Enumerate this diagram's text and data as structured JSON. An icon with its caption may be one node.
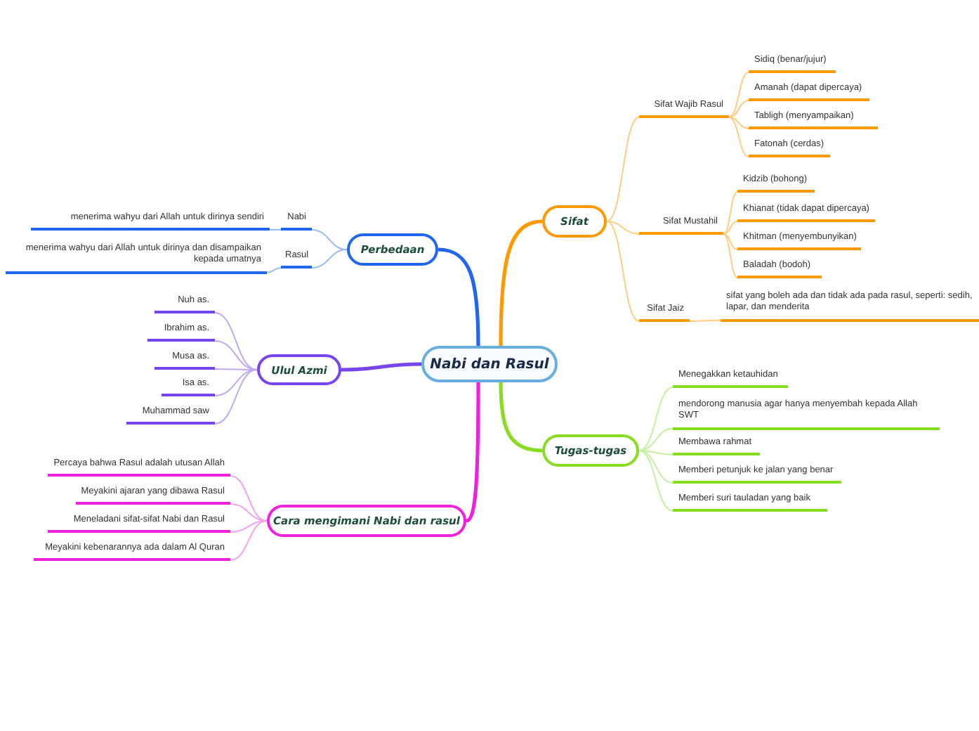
{
  "diagram": {
    "nodes": [
      {
        "text": [
          "Nabi dan Rasul"
        ]
      },
      {
        "text": [
          "Sifat"
        ]
      },
      {
        "text": [
          "Sifat Wajib Rasul"
        ]
      },
      {
        "text": [
          "Sidiq (benar/jujur)"
        ]
      },
      {
        "text": [
          "Amanah (dapat dipercaya)"
        ]
      },
      {
        "text": [
          "Tabligh (menyampaikan)"
        ]
      },
      {
        "text": [
          "Fatonah (cerdas)"
        ]
      },
      {
        "text": [
          "Sifat Mustahil"
        ]
      },
      {
        "text": [
          "Kidzib (bohong)"
        ]
      },
      {
        "text": [
          "Khianat (tidak dapat dipercaya)"
        ]
      },
      {
        "text": [
          "Khitman (menyembunyikan)"
        ]
      },
      {
        "text": [
          "Baladah (bodoh)"
        ]
      },
      {
        "text": [
          "Sifat Jaiz"
        ]
      },
      {
        "text": [
          "sifat yang boleh ada dan tidak ada pada rasul, seperti: sedih, lapar, dan menderita"
        ]
      },
      {
        "text": [
          "Tugas-tugas"
        ]
      },
      {
        "text": [
          "Menegakkan ketauhidan"
        ]
      },
      {
        "text": [
          "mendorong manusia agar hanya menyembah kepada Allah SWT"
        ]
      },
      {
        "text": [
          "Membawa rahmat"
        ]
      },
      {
        "text": [
          "Memberi petunjuk ke jalan yang benar"
        ]
      },
      {
        "text": [
          "Memberi suri tauladan yang baik"
        ]
      },
      {
        "text": [
          "Perbedaan"
        ]
      },
      {
        "text": [
          "Nabi"
        ]
      },
      {
        "text": [
          "menerima wahyu dari Allah untuk dirinya sendiri"
        ]
      },
      {
        "text": [
          "Rasul"
        ]
      },
      {
        "text": [
          "menerima wahyu dari Allah untuk dirinya dan disampaikan kepada umatnya"
        ]
      },
      {
        "text": [
          "Ulul Azmi"
        ]
      },
      {
        "text": [
          "Nuh as."
        ]
      },
      {
        "text": [
          "Ibrahim as."
        ]
      },
      {
        "text": [
          "Musa as."
        ]
      },
      {
        "text": [
          "Isa as."
        ]
      },
      {
        "text": [
          "Muhammad saw"
        ]
      },
      {
        "text": [
          "Cara mengimani Nabi dan rasul"
        ]
      },
      {
        "text": [
          "Percaya bahwa Rasul adalah utusan Allah"
        ]
      },
      {
        "text": [
          "Meyakini ajaran yang dibawa Rasul"
        ]
      },
      {
        "text": [
          "Meneladani sifat-sifat Nabi dan Rasul"
        ]
      },
      {
        "text": [
          "Meyakini kebenarannya ada dalam Al Quran"
        ]
      }
    ],
    "edges": [
      {
        "from": 0,
        "to": 1,
        "arrow": "none",
        "style": "thick",
        "color": "#ff9900"
      },
      {
        "from": 1,
        "to": 2,
        "arrow": "none",
        "color": "#ffcc80"
      },
      {
        "from": 2,
        "to": 3,
        "arrow": "none",
        "color": "#ffcc80"
      },
      {
        "from": 2,
        "to": 4,
        "arrow": "none",
        "color": "#ffcc80"
      },
      {
        "from": 2,
        "to": 5,
        "arrow": "none",
        "color": "#ffcc80"
      },
      {
        "from": 2,
        "to": 6,
        "arrow": "none",
        "color": "#ffcc80"
      },
      {
        "from": 1,
        "to": 7,
        "arrow": "none",
        "color": "#ffcc80"
      },
      {
        "from": 7,
        "to": 8,
        "arrow": "none",
        "color": "#ffcc80"
      },
      {
        "from": 7,
        "to": 9,
        "arrow": "none",
        "color": "#ffcc80"
      },
      {
        "from": 7,
        "to": 10,
        "arrow": "none",
        "color": "#ffcc80"
      },
      {
        "from": 7,
        "to": 11,
        "arrow": "none",
        "color": "#ffcc80"
      },
      {
        "from": 1,
        "to": 12,
        "arrow": "none",
        "color": "#ffcc80"
      },
      {
        "from": 12,
        "to": 13,
        "arrow": "none",
        "color": "#ffcc80"
      },
      {
        "from": 0,
        "to": 14,
        "arrow": "none",
        "style": "thick",
        "color": "#88dd22"
      },
      {
        "from": 14,
        "to": 15,
        "arrow": "none",
        "color": "#c6f0a0"
      },
      {
        "from": 14,
        "to": 16,
        "arrow": "none",
        "color": "#c6f0a0"
      },
      {
        "from": 14,
        "to": 17,
        "arrow": "none",
        "color": "#c6f0a0"
      },
      {
        "from": 14,
        "to": 18,
        "arrow": "none",
        "color": "#c6f0a0"
      },
      {
        "from": 14,
        "to": 19,
        "arrow": "none",
        "color": "#c6f0a0"
      },
      {
        "from": 0,
        "to": 20,
        "arrow": "none",
        "style": "thick",
        "color": "#2266ee"
      },
      {
        "from": 20,
        "to": 21,
        "arrow": "none",
        "color": "#99bbf5"
      },
      {
        "from": 21,
        "to": 22,
        "arrow": "none",
        "color": "#99bbf5"
      },
      {
        "from": 20,
        "to": 23,
        "arrow": "none",
        "color": "#99bbf5"
      },
      {
        "from": 23,
        "to": 24,
        "arrow": "none",
        "color": "#99bbf5"
      },
      {
        "from": 0,
        "to": 25,
        "arrow": "none",
        "style": "thick",
        "color": "#7744ee"
      },
      {
        "from": 25,
        "to": 26,
        "arrow": "none",
        "color": "#c0a8f5"
      },
      {
        "from": 25,
        "to": 27,
        "arrow": "none",
        "color": "#c0a8f5"
      },
      {
        "from": 25,
        "to": 28,
        "arrow": "none",
        "color": "#c0a8f5"
      },
      {
        "from": 25,
        "to": 29,
        "arrow": "none",
        "color": "#c0a8f5"
      },
      {
        "from": 25,
        "to": 30,
        "arrow": "none",
        "color": "#c0a8f5"
      },
      {
        "from": 0,
        "to": 31,
        "arrow": "none",
        "style": "thick",
        "color": "#ee22dd"
      },
      {
        "from": 31,
        "to": 32,
        "arrow": "none",
        "color": "#f5a0f0"
      },
      {
        "from": 31,
        "to": 33,
        "arrow": "none",
        "color": "#f5a0f0"
      },
      {
        "from": 31,
        "to": 34,
        "arrow": "none",
        "color": "#f5a0f0"
      },
      {
        "from": 31,
        "to": 35,
        "arrow": "none",
        "color": "#f5a0f0"
      }
    ]
  }
}
